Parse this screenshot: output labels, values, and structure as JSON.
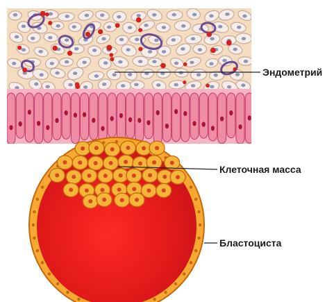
{
  "labels": {
    "endometrium": "Эндометрий",
    "cell_mass": "Клеточная масса",
    "blastocyst": "Бластоциста"
  },
  "colors": {
    "stroma": "#f3dcc0",
    "cell_membrane": "#c7a99a",
    "cell_fill": "#f6ede8",
    "nucleus": "#8f95b8",
    "blood_cell": "#d2231f",
    "purple_vessel": "#6b4c93",
    "epithelium": "#f08da6",
    "epithelium_outline": "#c23a66",
    "epithelial_nucleus": "#a8133a",
    "blasto_cavity": "#e11b1b",
    "trophoblast": "#f7a830",
    "trophoblast_outline": "#c5670e",
    "inner_cell": "#f5b53a",
    "inner_nucleus": "#d6461e",
    "leader_line": "#222222"
  }
}
